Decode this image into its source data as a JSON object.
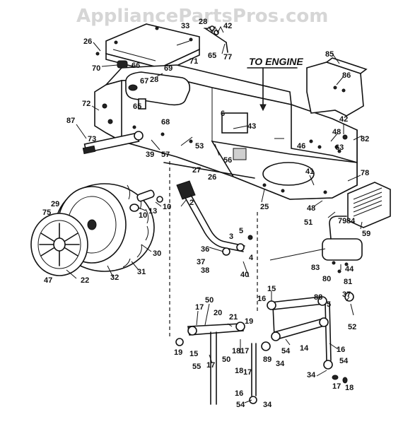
{
  "watermark": "AppliancePartsPros.com",
  "engine_label": "TO ENGINE",
  "callouts": [
    {
      "id": "c26a",
      "text": "26"
    },
    {
      "id": "c33",
      "text": "33"
    },
    {
      "id": "c28a",
      "text": "28"
    },
    {
      "id": "c42a",
      "text": "42"
    },
    {
      "id": "c71",
      "text": "71"
    },
    {
      "id": "c65a",
      "text": "65"
    },
    {
      "id": "c77",
      "text": "77"
    },
    {
      "id": "c70",
      "text": "70"
    },
    {
      "id": "c66",
      "text": "66"
    },
    {
      "id": "c69",
      "text": "69"
    },
    {
      "id": "c28b",
      "text": "28"
    },
    {
      "id": "c67",
      "text": "67"
    },
    {
      "id": "c65b",
      "text": "65"
    },
    {
      "id": "c72",
      "text": "72"
    },
    {
      "id": "c87",
      "text": "87"
    },
    {
      "id": "c73",
      "text": "73"
    },
    {
      "id": "c68",
      "text": "68"
    },
    {
      "id": "c39",
      "text": "39"
    },
    {
      "id": "c57",
      "text": "57"
    },
    {
      "id": "c6",
      "text": "6"
    },
    {
      "id": "c43",
      "text": "43"
    },
    {
      "id": "c53",
      "text": "53"
    },
    {
      "id": "c56",
      "text": "56"
    },
    {
      "id": "c26b",
      "text": "26"
    },
    {
      "id": "c27",
      "text": "27"
    },
    {
      "id": "c85",
      "text": "85"
    },
    {
      "id": "c86",
      "text": "86"
    },
    {
      "id": "c42b",
      "text": "42"
    },
    {
      "id": "c48a",
      "text": "48"
    },
    {
      "id": "c46",
      "text": "46"
    },
    {
      "id": "c63",
      "text": "63"
    },
    {
      "id": "c82",
      "text": "82"
    },
    {
      "id": "c78",
      "text": "78"
    },
    {
      "id": "c41",
      "text": "41"
    },
    {
      "id": "c25",
      "text": "25"
    },
    {
      "id": "c48b",
      "text": "48"
    },
    {
      "id": "c51",
      "text": "51"
    },
    {
      "id": "c79",
      "text": "79"
    },
    {
      "id": "c84",
      "text": "84"
    },
    {
      "id": "c59",
      "text": "59"
    },
    {
      "id": "c29",
      "text": "29"
    },
    {
      "id": "c75",
      "text": "75"
    },
    {
      "id": "c10a",
      "text": "10"
    },
    {
      "id": "c13",
      "text": "13"
    },
    {
      "id": "c10b",
      "text": "10"
    },
    {
      "id": "c2",
      "text": "2"
    },
    {
      "id": "c3",
      "text": "3"
    },
    {
      "id": "c5a",
      "text": "5"
    },
    {
      "id": "c36",
      "text": "36"
    },
    {
      "id": "c37a",
      "text": "37"
    },
    {
      "id": "c4",
      "text": "4"
    },
    {
      "id": "c38",
      "text": "38"
    },
    {
      "id": "c40",
      "text": "40"
    },
    {
      "id": "c30",
      "text": "30"
    },
    {
      "id": "c22",
      "text": "22"
    },
    {
      "id": "c32",
      "text": "32"
    },
    {
      "id": "c31",
      "text": "31"
    },
    {
      "id": "c47",
      "text": "47"
    },
    {
      "id": "c83",
      "text": "83"
    },
    {
      "id": "c44",
      "text": "44"
    },
    {
      "id": "c80",
      "text": "80"
    },
    {
      "id": "c81",
      "text": "81"
    },
    {
      "id": "c15a",
      "text": "15"
    },
    {
      "id": "c88",
      "text": "88"
    },
    {
      "id": "c5b",
      "text": "5"
    },
    {
      "id": "c37b",
      "text": "37"
    },
    {
      "id": "c50a",
      "text": "50"
    },
    {
      "id": "c17a",
      "text": "17"
    },
    {
      "id": "c20",
      "text": "20"
    },
    {
      "id": "c21",
      "text": "21"
    },
    {
      "id": "c16a",
      "text": "16"
    },
    {
      "id": "c52",
      "text": "52"
    },
    {
      "id": "c19a",
      "text": "19"
    },
    {
      "id": "c19b",
      "text": "19"
    },
    {
      "id": "c15b",
      "text": "15"
    },
    {
      "id": "c18a",
      "text": "18"
    },
    {
      "id": "c17b",
      "text": "17"
    },
    {
      "id": "c89",
      "text": "89"
    },
    {
      "id": "c54a",
      "text": "54"
    },
    {
      "id": "c14",
      "text": "14"
    },
    {
      "id": "c16b",
      "text": "16"
    },
    {
      "id": "c50b",
      "text": "50"
    },
    {
      "id": "c34a",
      "text": "34"
    },
    {
      "id": "c55",
      "text": "55"
    },
    {
      "id": "c17c",
      "text": "17"
    },
    {
      "id": "c18b",
      "text": "18"
    },
    {
      "id": "c17d",
      "text": "17"
    },
    {
      "id": "c54b",
      "text": "54"
    },
    {
      "id": "c34b",
      "text": "34"
    },
    {
      "id": "c17e",
      "text": "17"
    },
    {
      "id": "c18c",
      "text": "18"
    },
    {
      "id": "c16c",
      "text": "16"
    },
    {
      "id": "c54c",
      "text": "54"
    },
    {
      "id": "c34c",
      "text": "34"
    }
  ]
}
